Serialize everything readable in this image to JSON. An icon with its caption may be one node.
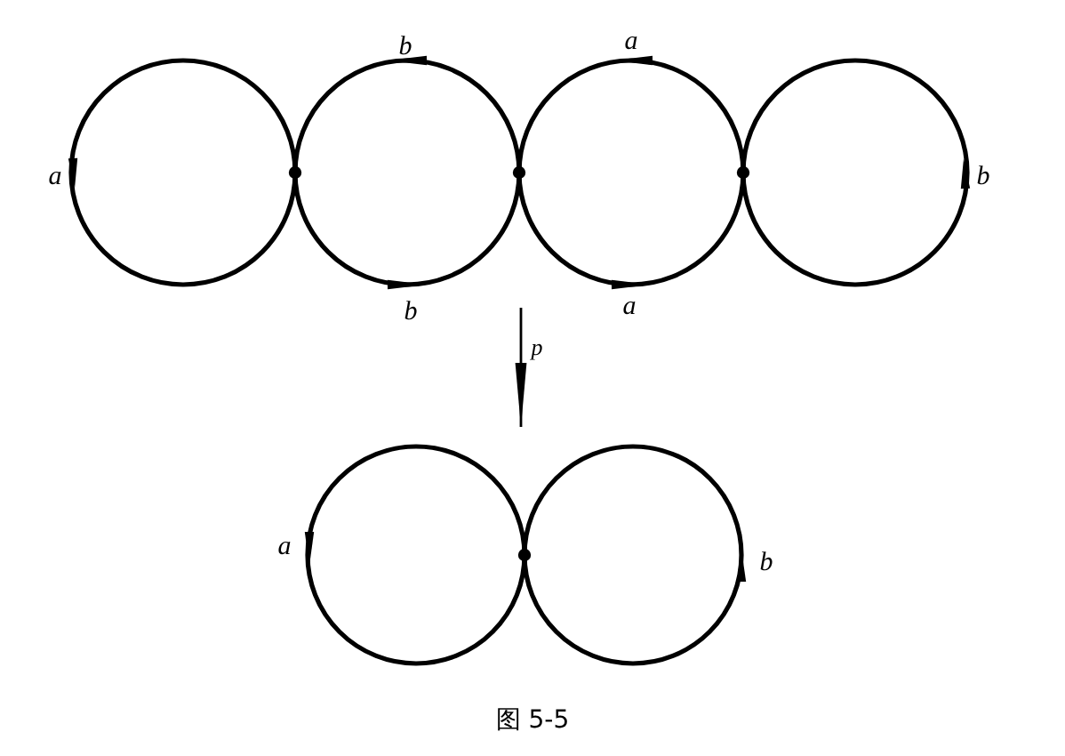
{
  "diagram": {
    "caption": "图 5-5",
    "nodes": [
      {
        "text": [],
        "shape": "picture"
      },
      {
        "text": [],
        "shape": "picture"
      }
    ],
    "edges": [
      {
        "from": 0,
        "to": 1,
        "arrow": "to",
        "label": "p"
      }
    ],
    "labels": [
      "b",
      "a",
      "a",
      "b",
      "b",
      "a",
      "a",
      "b"
    ]
  }
}
